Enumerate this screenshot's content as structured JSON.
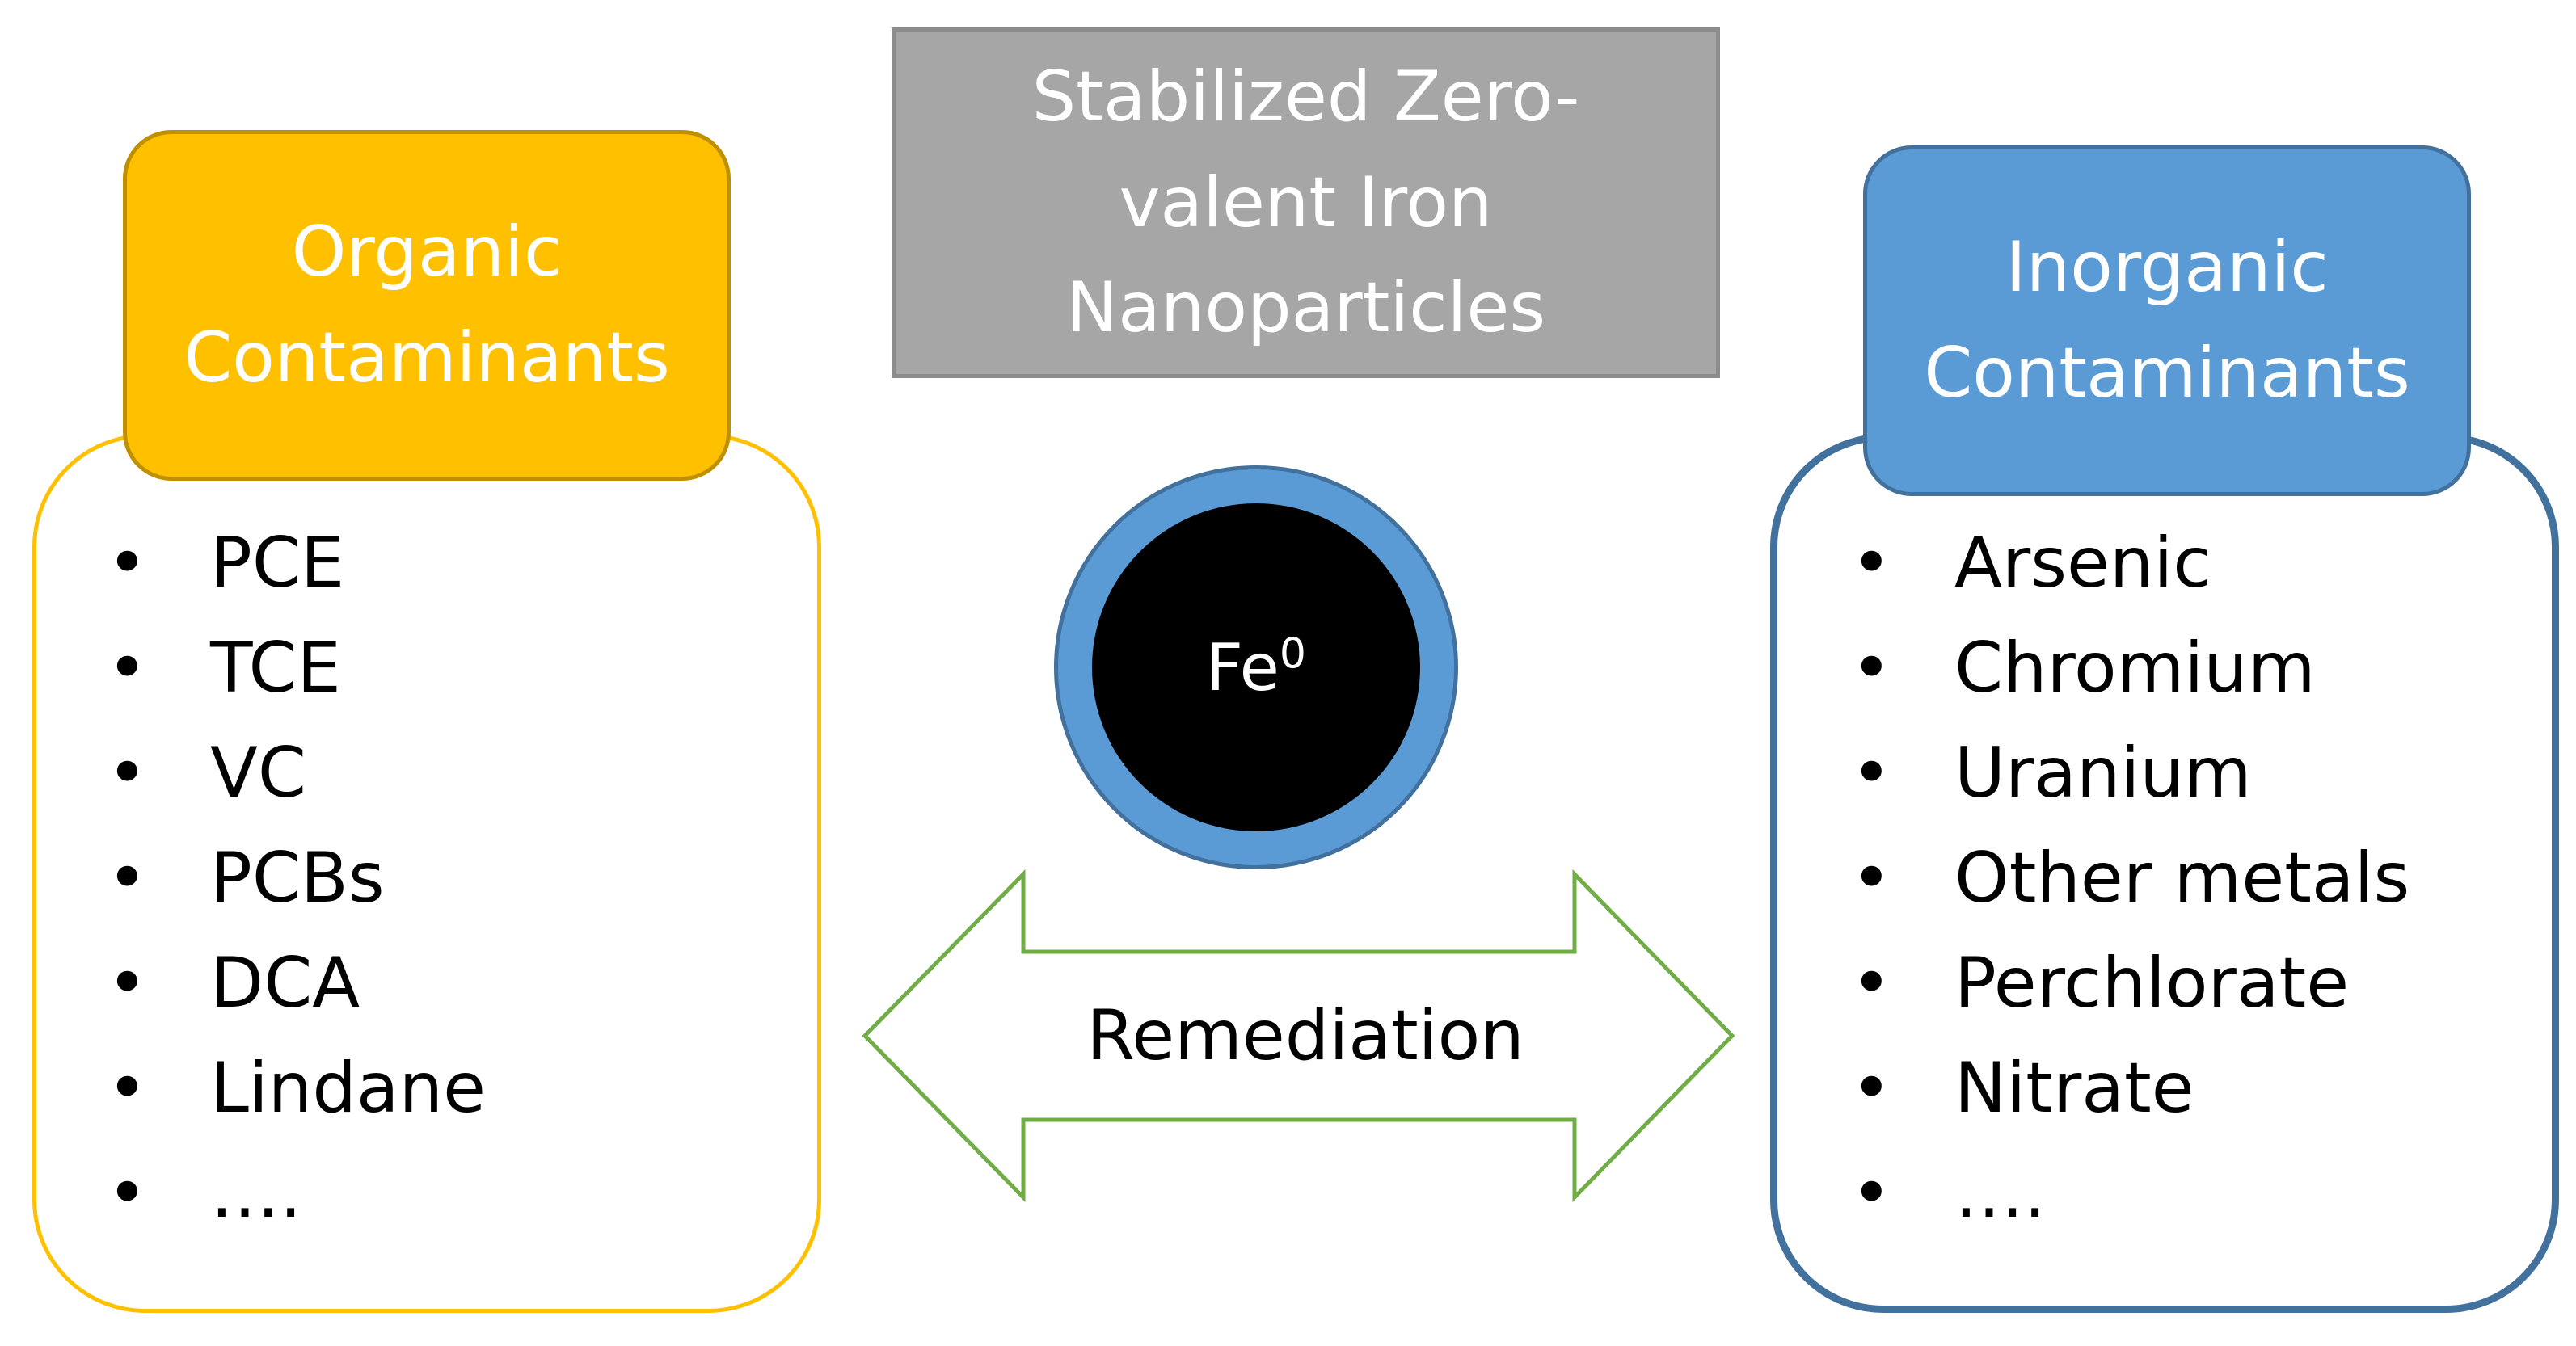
{
  "title_box": {
    "lines": [
      "Stabilized  Zero-",
      "valent Iron",
      "Nanoparticles"
    ],
    "color": "#a6a6a6"
  },
  "organic": {
    "header_lines": [
      "Organic",
      "Contaminants"
    ],
    "items": [
      "PCE",
      "TCE",
      "VC",
      "PCBs",
      "DCA",
      "Lindane",
      "…."
    ],
    "bullet": "•",
    "color": "#ffc000"
  },
  "inorganic": {
    "header_lines": [
      "Inorganic",
      "Contaminants"
    ],
    "items": [
      "Arsenic",
      "Chromium",
      "Uranium",
      "Other metals",
      "Perchlorate",
      "Nitrate",
      "…."
    ],
    "bullet": "•",
    "color": "#5b9bd5"
  },
  "particle": {
    "symbol": "Fe",
    "superscript": "0",
    "shell_color": "#5b9bd5",
    "core_color": "#000000"
  },
  "arrow": {
    "label": "Remediation",
    "stroke_color": "#70ad47"
  }
}
